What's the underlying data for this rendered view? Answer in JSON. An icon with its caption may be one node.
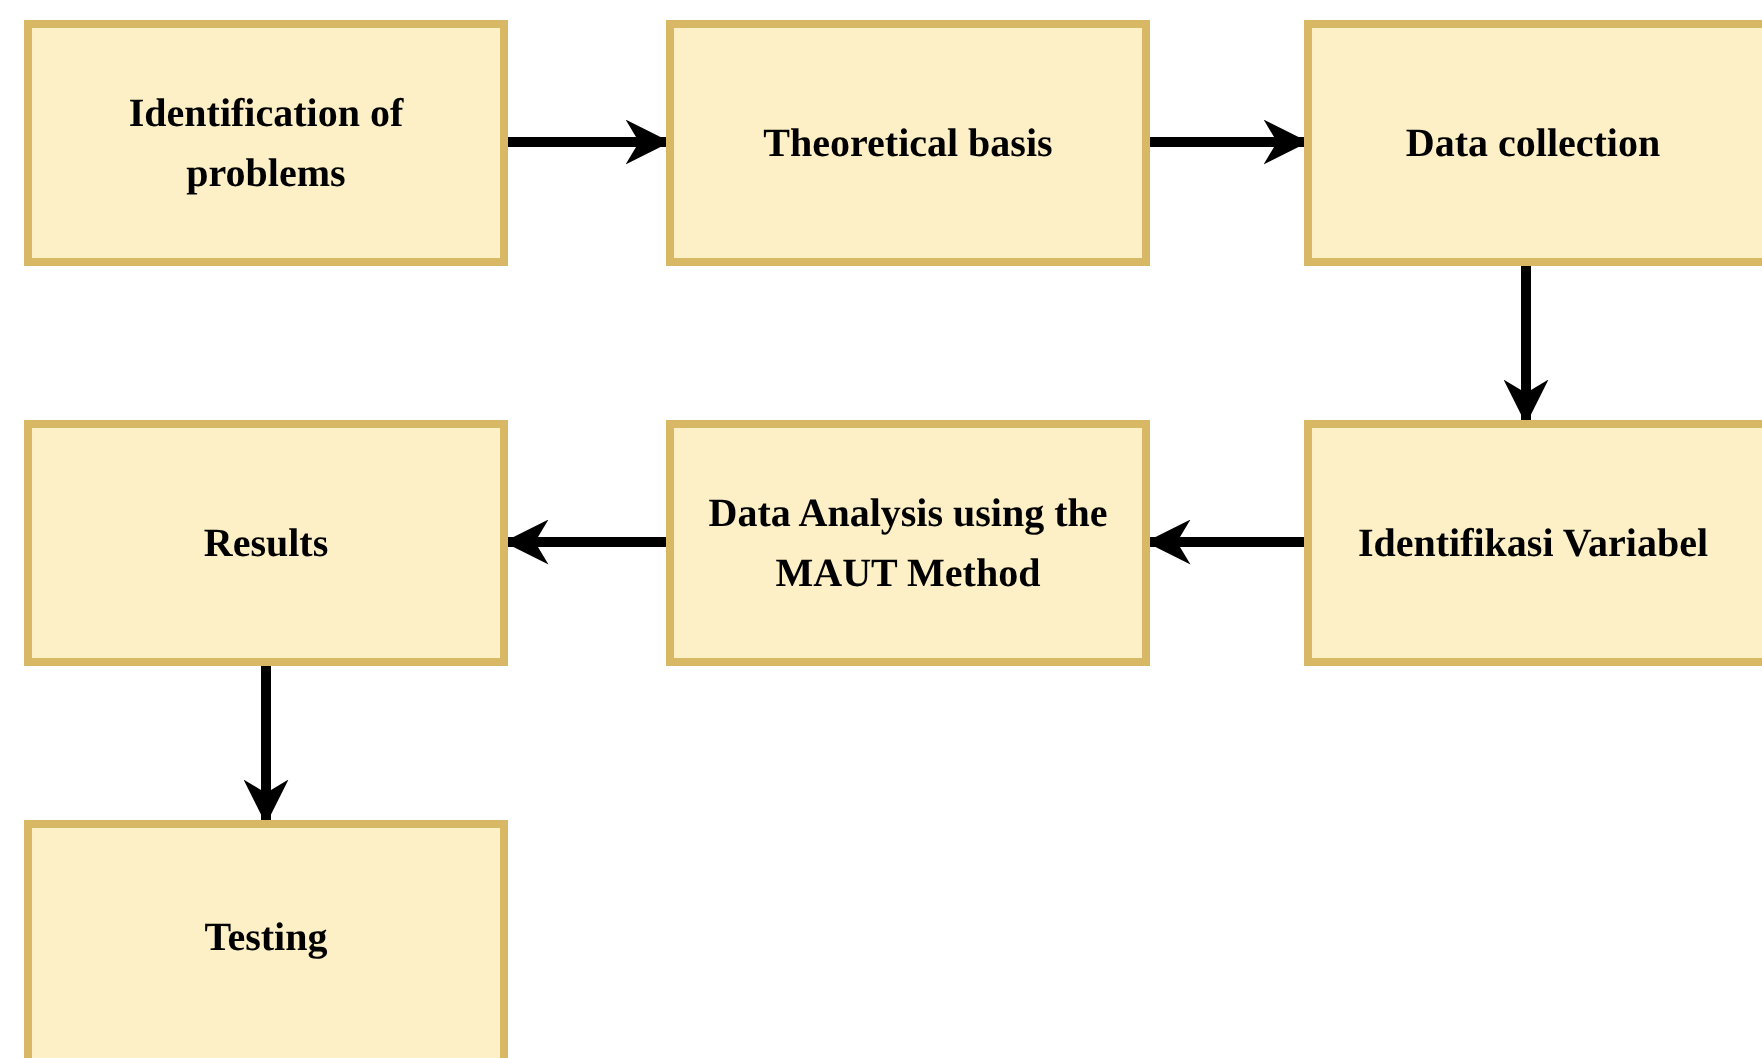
{
  "diagram": {
    "nodes": [
      {
        "text": [
          "Identification of problems"
        ]
      },
      {
        "text": [
          "Theoretical basis"
        ]
      },
      {
        "text": [
          "Data collection"
        ]
      },
      {
        "text": [
          "Identifikasi Variabel"
        ]
      },
      {
        "text": [
          "Data Analysis using the MAUT Method"
        ]
      },
      {
        "text": [
          "Results"
        ]
      },
      {
        "text": [
          "Testing"
        ]
      }
    ],
    "edges": [
      {
        "from": 0,
        "to": 1,
        "arrow": "to"
      },
      {
        "from": 1,
        "to": 2,
        "arrow": "to"
      },
      {
        "from": 2,
        "to": 3,
        "arrow": "to"
      },
      {
        "from": 3,
        "to": 4,
        "arrow": "to"
      },
      {
        "from": 4,
        "to": 5,
        "arrow": "to"
      },
      {
        "from": 5,
        "to": 6,
        "arrow": "to"
      }
    ]
  }
}
